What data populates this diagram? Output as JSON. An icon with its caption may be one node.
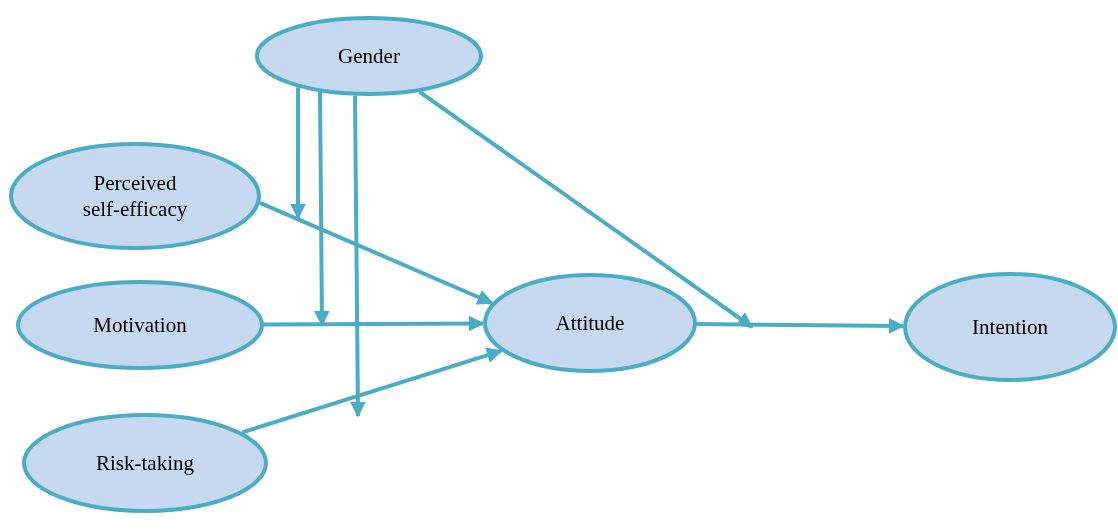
{
  "diagram": {
    "nodes": [
      {
        "text": [
          "Gender"
        ]
      },
      {
        "text": [
          "Perceived self-efficacy"
        ]
      },
      {
        "text": [
          "Motivation"
        ]
      },
      {
        "text": [
          "Risk-taking"
        ]
      },
      {
        "text": [
          "Attitude"
        ]
      },
      {
        "text": [
          "Intention"
        ]
      }
    ],
    "edges": [
      {
        "from": 0,
        "to": null,
        "arrow": "to"
      },
      {
        "from": 0,
        "to": null,
        "arrow": "to"
      },
      {
        "from": 0,
        "to": null,
        "arrow": "to"
      },
      {
        "from": 0,
        "to": null,
        "arrow": "to"
      },
      {
        "from": 1,
        "to": 4,
        "arrow": "to"
      },
      {
        "from": 2,
        "to": 4,
        "arrow": "to"
      },
      {
        "from": 3,
        "to": 4,
        "arrow": "to"
      },
      {
        "from": 4,
        "to": 5,
        "arrow": "to"
      }
    ]
  }
}
